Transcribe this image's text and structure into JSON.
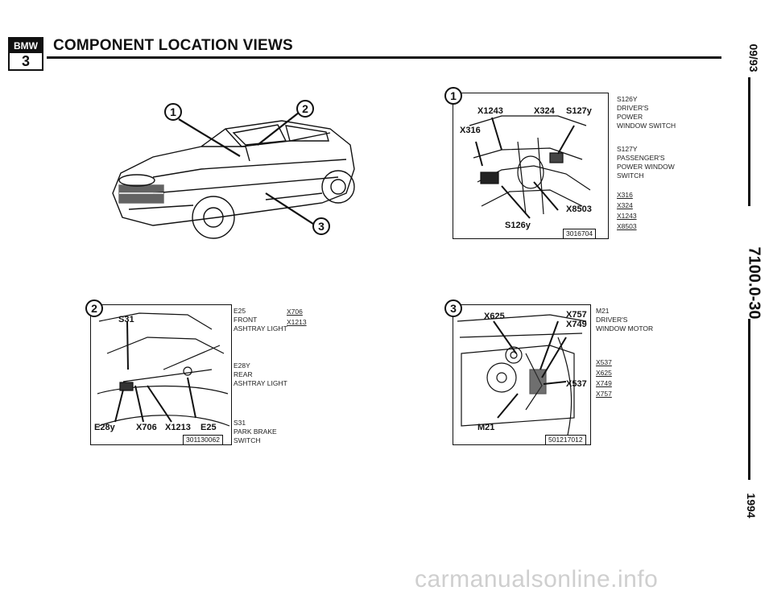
{
  "header": {
    "logo_top": "BMW",
    "logo_bottom": "3",
    "title": "COMPONENT LOCATION VIEWS"
  },
  "sidebar": {
    "date": "09/93",
    "doc_number": "7100.0-30",
    "year": "1994"
  },
  "views": {
    "car": {
      "callouts": [
        "1",
        "2",
        "3"
      ]
    },
    "view1": {
      "number": "1",
      "callouts": [
        "X1243",
        "X324",
        "S127y",
        "X316",
        "X8503",
        "S126y"
      ],
      "ref": "3016704",
      "desc1": [
        "S126y",
        "DRIVER'S",
        "POWER",
        "WINDOW SWITCH"
      ],
      "desc2": [
        "S127y",
        "PASSENGER'S",
        "POWER WINDOW",
        "SWITCH"
      ],
      "connectors": [
        "X316",
        "X324",
        "X1243",
        "X8503"
      ]
    },
    "view2": {
      "number": "2",
      "callouts": [
        "S31",
        "E28y",
        "X706",
        "X1213",
        "E25"
      ],
      "ref": "301130062",
      "desc1": [
        "E25",
        "FRONT",
        "ASHTRAY LIGHT"
      ],
      "conn1": [
        "X706",
        "X1213"
      ],
      "desc2": [
        "E28y",
        "REAR",
        "ASHTRAY LIGHT"
      ],
      "desc3": [
        "S31",
        "PARK BRAKE",
        "SWITCH"
      ]
    },
    "view3": {
      "number": "3",
      "callouts": [
        "X625",
        "X757",
        "X749",
        "X537",
        "M21"
      ],
      "ref": "501217012",
      "desc1": [
        "M21",
        "DRIVER'S",
        "WINDOW MOTOR"
      ],
      "connectors": [
        "X537",
        "X625",
        "X749",
        "X757"
      ]
    }
  },
  "watermark": "carmanualsonline.info"
}
